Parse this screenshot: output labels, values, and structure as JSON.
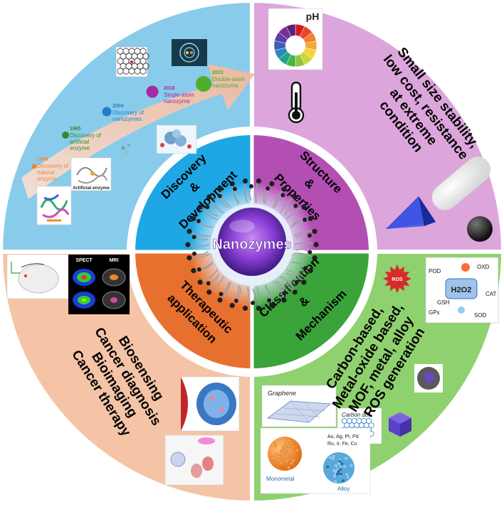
{
  "center": {
    "title": "Nanozymes"
  },
  "quadrants": {
    "top_left": {
      "label_1": "Discovery",
      "label_2": "&",
      "label_3": "Development",
      "color": "#1ea7e4",
      "outer_color": "#89cbea"
    },
    "top_right": {
      "label_1": "Structure",
      "label_2": "&",
      "label_3": "Properties",
      "color": "#b34fb3",
      "outer_color": "#dca6dc"
    },
    "bottom_left": {
      "label_1": "Therapeutic",
      "label_2": "application",
      "color": "#e8702e",
      "outer_color": "#f5c4a6"
    },
    "bottom_right": {
      "label_1": "Classification",
      "label_2": "&",
      "label_3": "Mechanism",
      "color": "#3aa33a",
      "outer_color": "#8fd16f"
    }
  },
  "timeline": [
    {
      "year": "1946",
      "text": "Discovery of natural enzyme",
      "color": "#f0873a"
    },
    {
      "year": "1965",
      "text": "Discovery of artificial enzyme",
      "color": "#2e8b2e"
    },
    {
      "year": "2004",
      "text": "Discovery of nanozymes",
      "color": "#1f7fc8"
    },
    {
      "year": "2018",
      "text": "Single-atom nanozyme",
      "color": "#a52aa5"
    },
    {
      "year": "2023",
      "text": "Double-atom nanozyme",
      "color": "#4fae2c"
    }
  ],
  "images": {
    "artificial_enzyme_caption": "Artificial enzyme",
    "ph_label": "pH",
    "ros_label": "ROS",
    "spect_label": "SPECT",
    "mri_label": "MRI",
    "graphene_label": "Graphene",
    "carbon_dot_label": "Carbon dot",
    "monometal_label": "Monometal",
    "alloy_label": "Alloy",
    "metals_label_1": "Au, Ag, Pt, Pd",
    "metals_label_2": "Ru, Ir, Fe, Cu",
    "mechanism": {
      "center": "H2O2",
      "pod": "POD",
      "oxd": "OXD",
      "cat": "CAT",
      "gpx": "GPx",
      "gsh": "GSH",
      "sod": "SOD"
    }
  },
  "outer_text": {
    "top_right": [
      "Small size stability,",
      "low cost, resistance",
      "at extreme",
      "condition"
    ],
    "bottom_left": [
      "Biosensing",
      "Cancer diagnosis",
      "Bioimaging",
      "Cancer therapy"
    ],
    "bottom_right": [
      "Carbon-based,",
      "Metal-oxide based,",
      "MOF, metal, alloy",
      "ROS generation"
    ]
  }
}
